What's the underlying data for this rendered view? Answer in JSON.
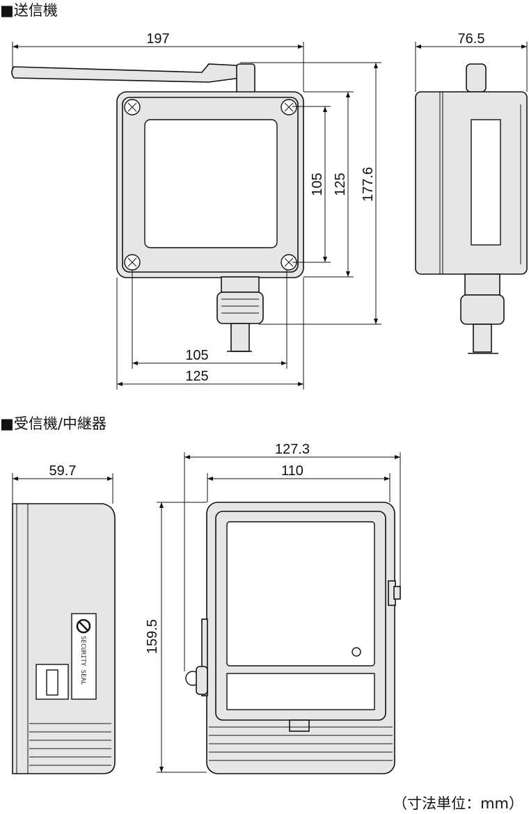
{
  "sections": {
    "transmitter": {
      "title": "■送信機",
      "dims": {
        "width_overall": "197",
        "depth": "76.5",
        "screw_pitch_v": "105",
        "body_height": "125",
        "height_overall": "177.6",
        "screw_pitch_h": "105",
        "body_width": "125"
      }
    },
    "receiver": {
      "title": "■受信機/中継器",
      "dims": {
        "depth": "59.7",
        "width_overall": "127.3",
        "body_width": "110",
        "height": "159.5"
      },
      "seal_label": "SECURITY SEAL"
    }
  },
  "unit_note": "（寸法単位：mm）"
}
